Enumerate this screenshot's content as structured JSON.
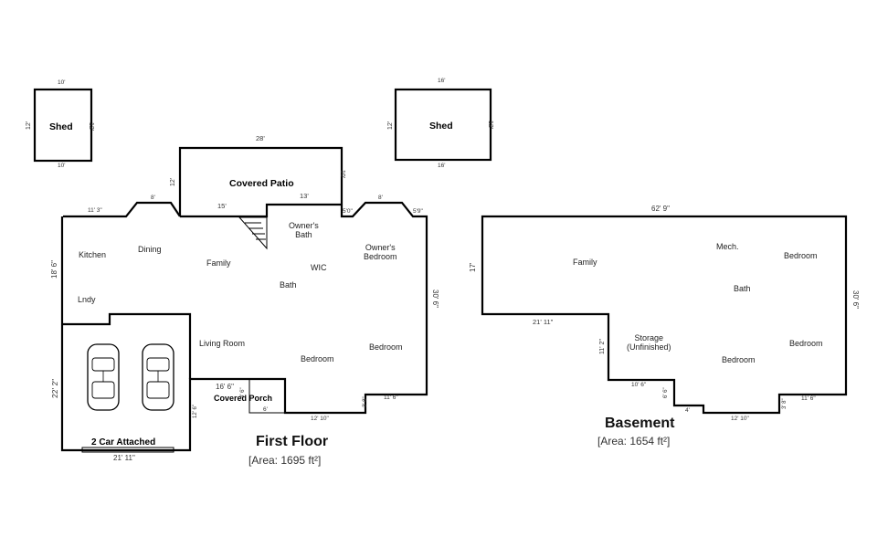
{
  "structures": {
    "shed_left": {
      "label": "Shed",
      "dim_top": "10'",
      "dim_bottom": "10'",
      "dim_left": "12'",
      "dim_right": "12'"
    },
    "shed_right": {
      "label": "Shed",
      "dim_top": "16'",
      "dim_bottom": "16'",
      "dim_left": "12'",
      "dim_right": "12'"
    },
    "patio": {
      "label": "Covered Patio",
      "dim_top": "28'",
      "dim_left": "12'",
      "dim_right": "10'",
      "dim_a": "15'",
      "dim_b": "13'"
    },
    "garage": {
      "label": "2 Car Attached",
      "dim_bottom": "21' 11\"",
      "dim_left": "22' 2\""
    }
  },
  "first_floor": {
    "title": "First Floor",
    "area": "[Area: 1695 ft²]",
    "rooms": {
      "kitchen": "Kitchen",
      "dining": "Dining",
      "family": "Family",
      "owners_bath": "Owner's\nBath",
      "owners_bedroom": "Owner's\nBedroom",
      "wic": "WIC",
      "bath": "Bath",
      "laundry": "Lndy",
      "living_room": "Living Room",
      "bedroom_1": "Bedroom",
      "bedroom_2": "Bedroom",
      "covered_porch": "Covered Porch"
    },
    "dims": {
      "top_left": "11' 3\"",
      "bay_left": "8'",
      "bay_right": "8'",
      "small_a": "5'0\"",
      "small_b": "5'9\"",
      "left": "18' 6\"",
      "right": "30' 6\"",
      "porch_top": "16' 6\"",
      "porch_left": "4' 6\"",
      "porch_bottom": "6'",
      "lower_left": "12' 6\"",
      "bottom": "12' 10\"",
      "step": "3' 8\"",
      "bottom_right": "11' 6\""
    }
  },
  "basement": {
    "title": "Basement",
    "area": "[Area: 1654 ft²]",
    "rooms": {
      "family": "Family",
      "mech": "Mech.",
      "bedroom_a": "Bedroom",
      "bath": "Bath",
      "storage": "Storage\n(Unfinished)",
      "bedroom_b": "Bedroom",
      "bedroom_c": "Bedroom"
    },
    "dims": {
      "top": "62' 9\"",
      "left": "17'",
      "right": "30' 6\"",
      "mid_left": "21' 11\"",
      "mid_vert": "11' 2\"",
      "lower_a": "10' 6\"",
      "lower_vert": "6' 6\"",
      "tiny": "4'",
      "bottom": "12' 10\"",
      "step": "3' 8\"",
      "bottom_right": "11' 6\""
    }
  }
}
